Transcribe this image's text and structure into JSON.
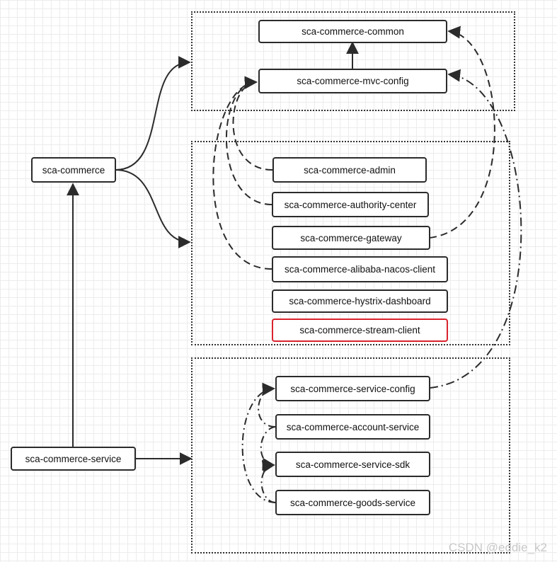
{
  "nodes": {
    "root": "sca-commerce",
    "service_root": "sca-commerce-service",
    "common": "sca-commerce-common",
    "mvc_config": "sca-commerce-mvc-config",
    "admin": "sca-commerce-admin",
    "authority_center": "sca-commerce-authority-center",
    "gateway": "sca-commerce-gateway",
    "nacos_client": "sca-commerce-alibaba-nacos-client",
    "hystrix_dashboard": "sca-commerce-hystrix-dashboard",
    "stream_client": "sca-commerce-stream-client",
    "service_config": "sca-commerce-service-config",
    "account_service": "sca-commerce-account-service",
    "service_sdk": "sca-commerce-service-sdk",
    "goods_service": "sca-commerce-goods-service"
  },
  "colors": {
    "line": "#2b2b2b",
    "highlight_border": "#d9232d",
    "grid": "#ececec"
  },
  "watermark": "CSDN @eddie_k2"
}
